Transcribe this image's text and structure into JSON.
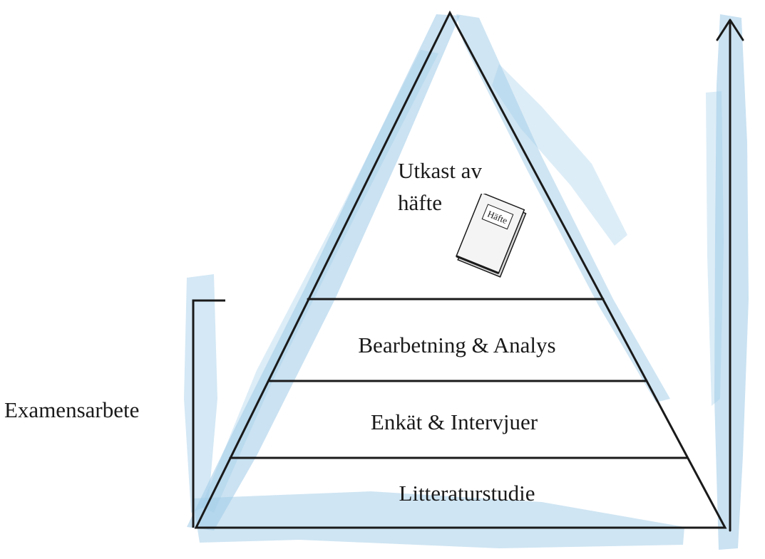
{
  "bracket_label": "Examensarbete",
  "levels": [
    "Litteraturstudie",
    "Enkät & Intervjuer",
    "Bearbetning & Analys",
    "Utkast av häfte"
  ],
  "booklet_label": "Häfte",
  "colors": {
    "line": "#1a1a1a",
    "watercolor": "#9fcbe8",
    "watercolor_light": "#c6e2f4",
    "booklet_fill": "#f4f4f4"
  }
}
